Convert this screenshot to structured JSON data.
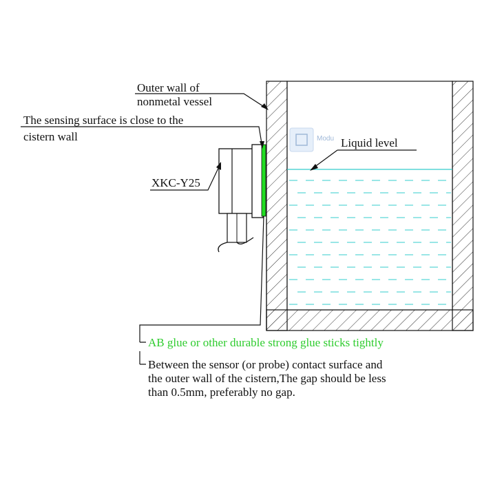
{
  "labels": {
    "outer_wall_line1": "Outer wall of",
    "outer_wall_line2": "nonmetal vessel",
    "sensing_line1": "The sensing surface is close to the",
    "sensing_line2": "cistern wall",
    "liquid_level": "Liquid level",
    "sensor_model": "XKC-Y25",
    "glue": "AB glue or other durable strong glue sticks tightly",
    "gap_line1": "Between the sensor (or probe) contact surface and",
    "gap_line2": "the outer wall of the cistern,The gap should be less",
    "gap_line3": "than 0.5mm, preferably no gap."
  },
  "watermark": {
    "text": "Modu",
    "icon": "chip-icon"
  },
  "colors": {
    "line": "#111111",
    "liquid": "#33cccc",
    "glue_strip": "#22dd22",
    "glue_text": "#2ecc2e",
    "hatch": "#333333"
  }
}
